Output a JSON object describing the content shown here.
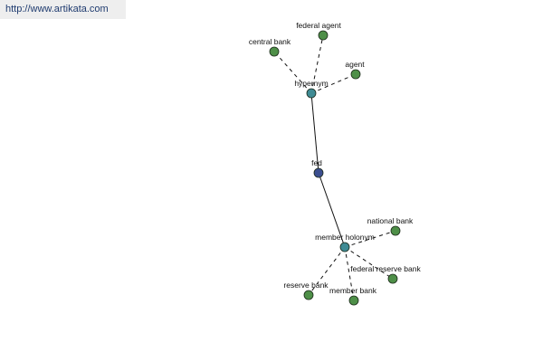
{
  "watermark": "http://www.artikata.com",
  "colors": {
    "center": "#3b4e8f",
    "relation": "#3f8b94",
    "leaf": "#4e8f48",
    "node_stroke": "#1c2a1a",
    "edge": "#111111"
  },
  "nodes": [
    {
      "id": "fed",
      "label": "fed",
      "kind": "center"
    },
    {
      "id": "hypernym",
      "label": "hypernym",
      "kind": "relation"
    },
    {
      "id": "member_holonym",
      "label": "member holonym",
      "kind": "relation"
    },
    {
      "id": "federal_agent",
      "label": "federal agent",
      "kind": "leaf"
    },
    {
      "id": "central_bank",
      "label": "central bank",
      "kind": "leaf"
    },
    {
      "id": "agent",
      "label": "agent",
      "kind": "leaf"
    },
    {
      "id": "national_bank",
      "label": "national bank",
      "kind": "leaf"
    },
    {
      "id": "federal_reserve_bank",
      "label": "federal reserve bank",
      "kind": "leaf"
    },
    {
      "id": "reserve_bank",
      "label": "reserve bank",
      "kind": "leaf"
    },
    {
      "id": "member_bank",
      "label": "member bank",
      "kind": "leaf"
    }
  ],
  "edges": [
    {
      "from": "fed",
      "to": "hypernym",
      "style": "solid"
    },
    {
      "from": "fed",
      "to": "member_holonym",
      "style": "solid"
    },
    {
      "from": "hypernym",
      "to": "federal_agent",
      "style": "dashed"
    },
    {
      "from": "hypernym",
      "to": "central_bank",
      "style": "dashed"
    },
    {
      "from": "hypernym",
      "to": "agent",
      "style": "dashed"
    },
    {
      "from": "member_holonym",
      "to": "national_bank",
      "style": "dashed"
    },
    {
      "from": "member_holonym",
      "to": "federal_reserve_bank",
      "style": "dashed"
    },
    {
      "from": "member_holonym",
      "to": "reserve_bank",
      "style": "dashed"
    },
    {
      "from": "member_holonym",
      "to": "member_bank",
      "style": "dashed"
    }
  ]
}
